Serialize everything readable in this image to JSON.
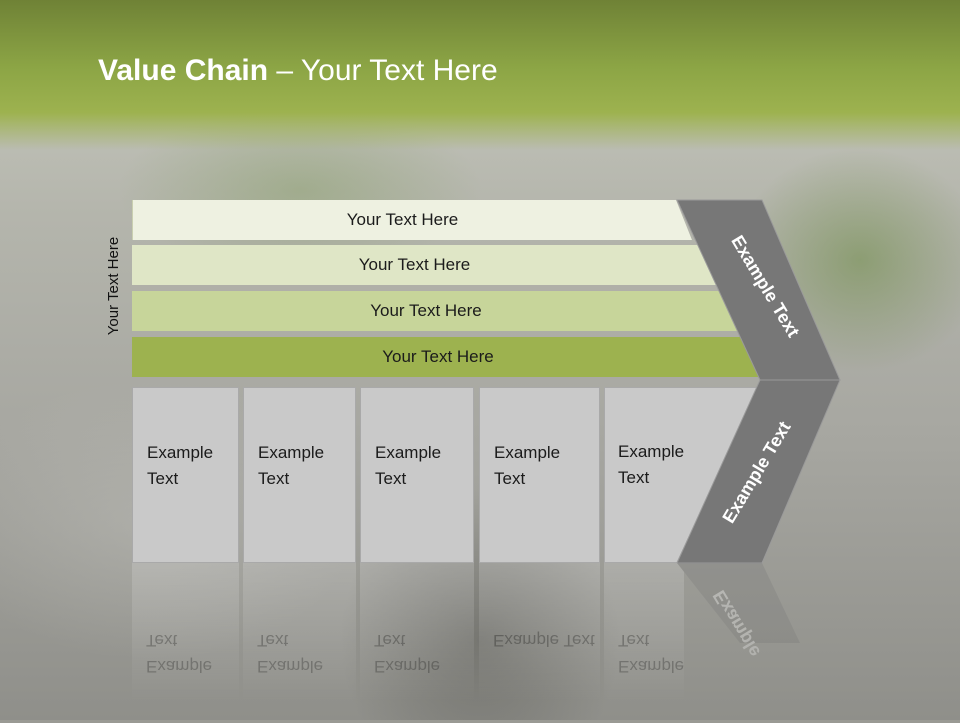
{
  "slide": {
    "title_bold": "Value Chain",
    "title_rest": " – Your Text Here",
    "side_label": "Your Text Here",
    "bands": [
      "Your Text Here",
      "Your Text Here",
      "Your Text Here",
      "Your Text Here"
    ],
    "boxes": [
      "Example Text",
      "Example Text",
      "Example Text",
      "Example Text",
      "Example Text"
    ],
    "chevron_top": "Example Text",
    "chevron_bottom": "Example Text",
    "reflection": {
      "boxes": [
        "Example Text",
        "Example Text",
        "Example Text",
        "Example Text",
        "Example Text"
      ],
      "chevron": "Example"
    }
  },
  "colors": {
    "header_green": "#8ca545",
    "band_light": "#eef1e1",
    "band_mid": "#dfe6c6",
    "band_green": "#c7d59a",
    "band_dark": "#9db24f",
    "box_gray": "#c9c9c9",
    "chevron_gray": "#777777"
  }
}
